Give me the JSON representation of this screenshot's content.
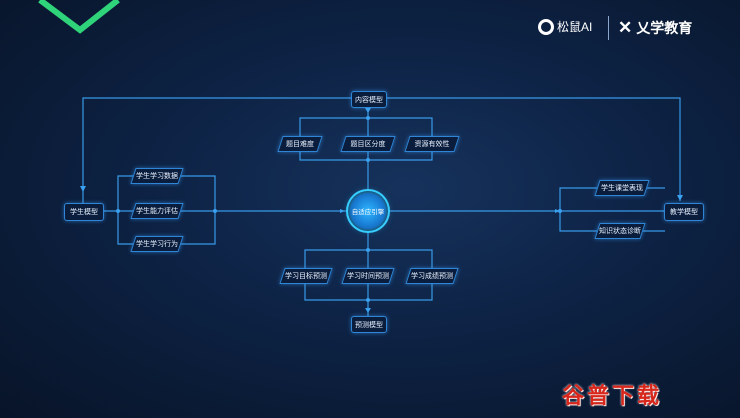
{
  "brand": {
    "songshu_label": "松鼠AI",
    "yixue_label": "乂学教育"
  },
  "diagram": {
    "content_model": "内容模型",
    "content_items": [
      "题目难度",
      "题目区分度",
      "资源有效性"
    ],
    "student_model": "学生模型",
    "student_items": [
      "学生学习数据",
      "学生能力评估",
      "学生学习行为"
    ],
    "engine": "自适应引擎",
    "predict_items": [
      "学习目标预测",
      "学习时间预测",
      "学习成绩预测"
    ],
    "predict_model": "预测模型",
    "teaching_items": [
      "学生课堂表现",
      "知识状态诊断"
    ],
    "teaching_model": "教学模型"
  },
  "watermark": "谷普下载",
  "colors": {
    "line": "#3aa0f0",
    "node_border": "#2f86d6",
    "hub": "#2fb6ff",
    "top_left_chevron": "#2ed37a"
  }
}
